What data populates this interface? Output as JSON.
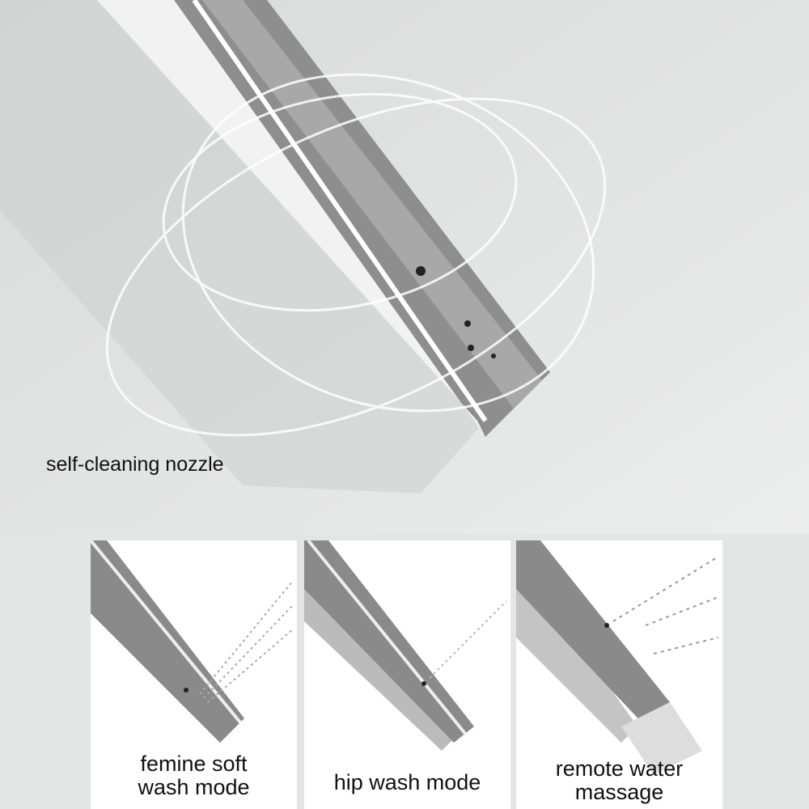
{
  "hero": {
    "caption": "self-cleaning nozzle"
  },
  "modes": [
    {
      "label_line1": "femine soft",
      "label_line2": "wash mode"
    },
    {
      "label_line1": "hip wash mode",
      "label_line2": ""
    },
    {
      "label_line1": "remote water",
      "label_line2": "massage"
    }
  ]
}
